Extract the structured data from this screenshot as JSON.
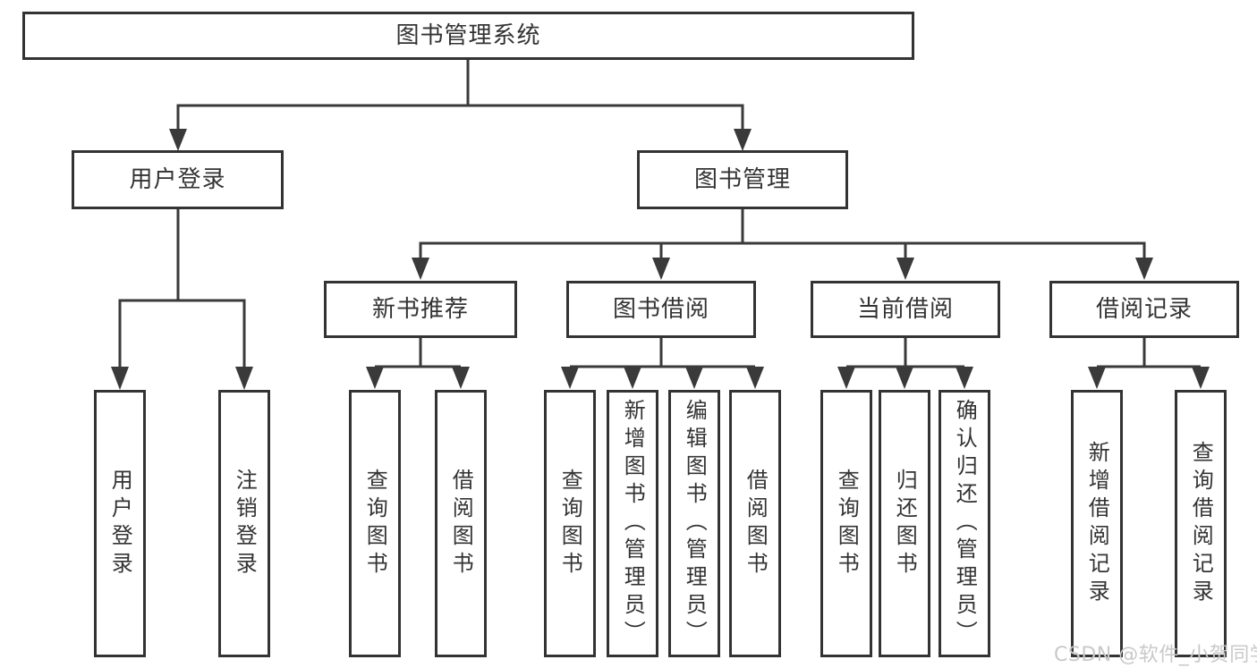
{
  "labels": {
    "root": "图书管理系统",
    "user_login": "用户登录",
    "book_mgmt": "图书管理",
    "new_book_rec": "新书推荐",
    "book_borrow": "图书借阅",
    "current_borrow": "当前借阅",
    "borrow_records": "借阅记录",
    "leaf_user_login": "用户登录",
    "leaf_logout": "注销登录",
    "leaf_nbr_query_books": "查询图书",
    "leaf_nbr_borrow_books": "借阅图书",
    "leaf_bb_query_books": "查询图书",
    "leaf_bb_add_books": "新增图书（管理员）",
    "leaf_bb_edit_books": "编辑图书（管理员）",
    "leaf_bb_borrow_books": "借阅图书",
    "leaf_cb_query_books": "查询图书",
    "leaf_cb_return_books": "归还图书",
    "leaf_cb_confirm_return": "确认归还（管理员）",
    "leaf_br_add_record": "新增借阅记录",
    "leaf_br_query_record": "查询借阅记录"
  },
  "watermark": "CSDN @软件_小贺同学",
  "colors": {
    "line": "#3a3a3a",
    "border": "#333333",
    "text": "#333333",
    "watermark": "#c9c9c9",
    "background": "#ffffff"
  }
}
